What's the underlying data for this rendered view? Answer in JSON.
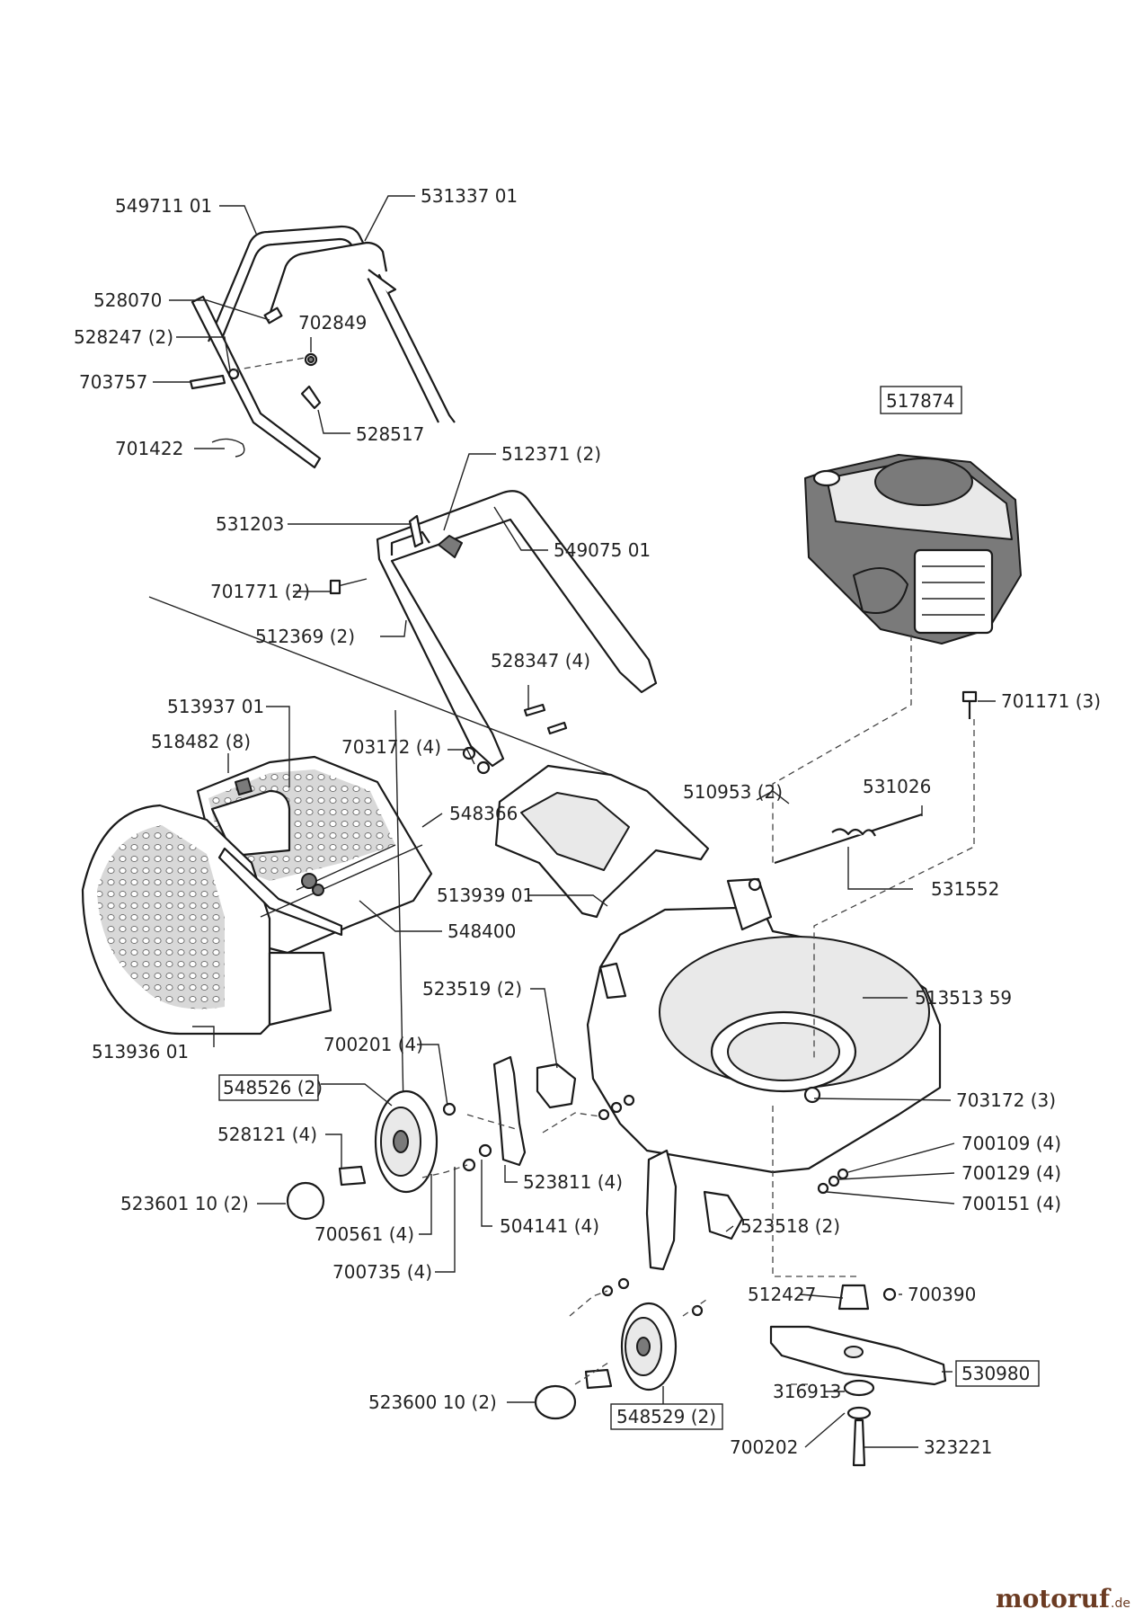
{
  "labels": {
    "p549711": "549711 01",
    "p531337": "531337 01",
    "p528070": "528070",
    "p528247": "528247 (2)",
    "p702849": "702849",
    "p703757": "703757",
    "p528517": "528517",
    "p701422": "701422",
    "p512371": "512371 (2)",
    "p531203": "531203",
    "p549075": "549075 01",
    "p701771": "701771 (2)",
    "p512369": "512369 (2)",
    "p528347": "528347 (4)",
    "p517874": "517874",
    "p701171": "701171 (3)",
    "p513937": "513937 01",
    "p518482": "518482 (8)",
    "p703172a": "703172 (4)",
    "p548366": "548366",
    "p510953": "510953 (2)",
    "p531026": "531026",
    "p513939": "513939 01",
    "p531552": "531552",
    "p548400": "548400",
    "p523519": "523519 (2)",
    "p513513": "513513 59",
    "p513936": "513936 01",
    "p700201": "700201 (4)",
    "p548526": "548526 (2)",
    "p703172b": "703172 (3)",
    "p528121": "528121 (4)",
    "p523811": "523811 (4)",
    "p700109": "700109 (4)",
    "p700129": "700129 (4)",
    "p523601": "523601 10 (2)",
    "p700151": "700151 (4)",
    "p504141": "504141 (4)",
    "p523518": "523518 (2)",
    "p700561": "700561 (4)",
    "p700735": "700735 (4)",
    "p512427": "512427",
    "p700390": "700390",
    "p530980": "530980",
    "p316913": "316913",
    "p523600": "523600 10 (2)",
    "p548529": "548529 (2)",
    "p700202": "700202",
    "p323221": "323221"
  },
  "watermark": {
    "brand": "motoruf",
    "suffix": ".de"
  }
}
